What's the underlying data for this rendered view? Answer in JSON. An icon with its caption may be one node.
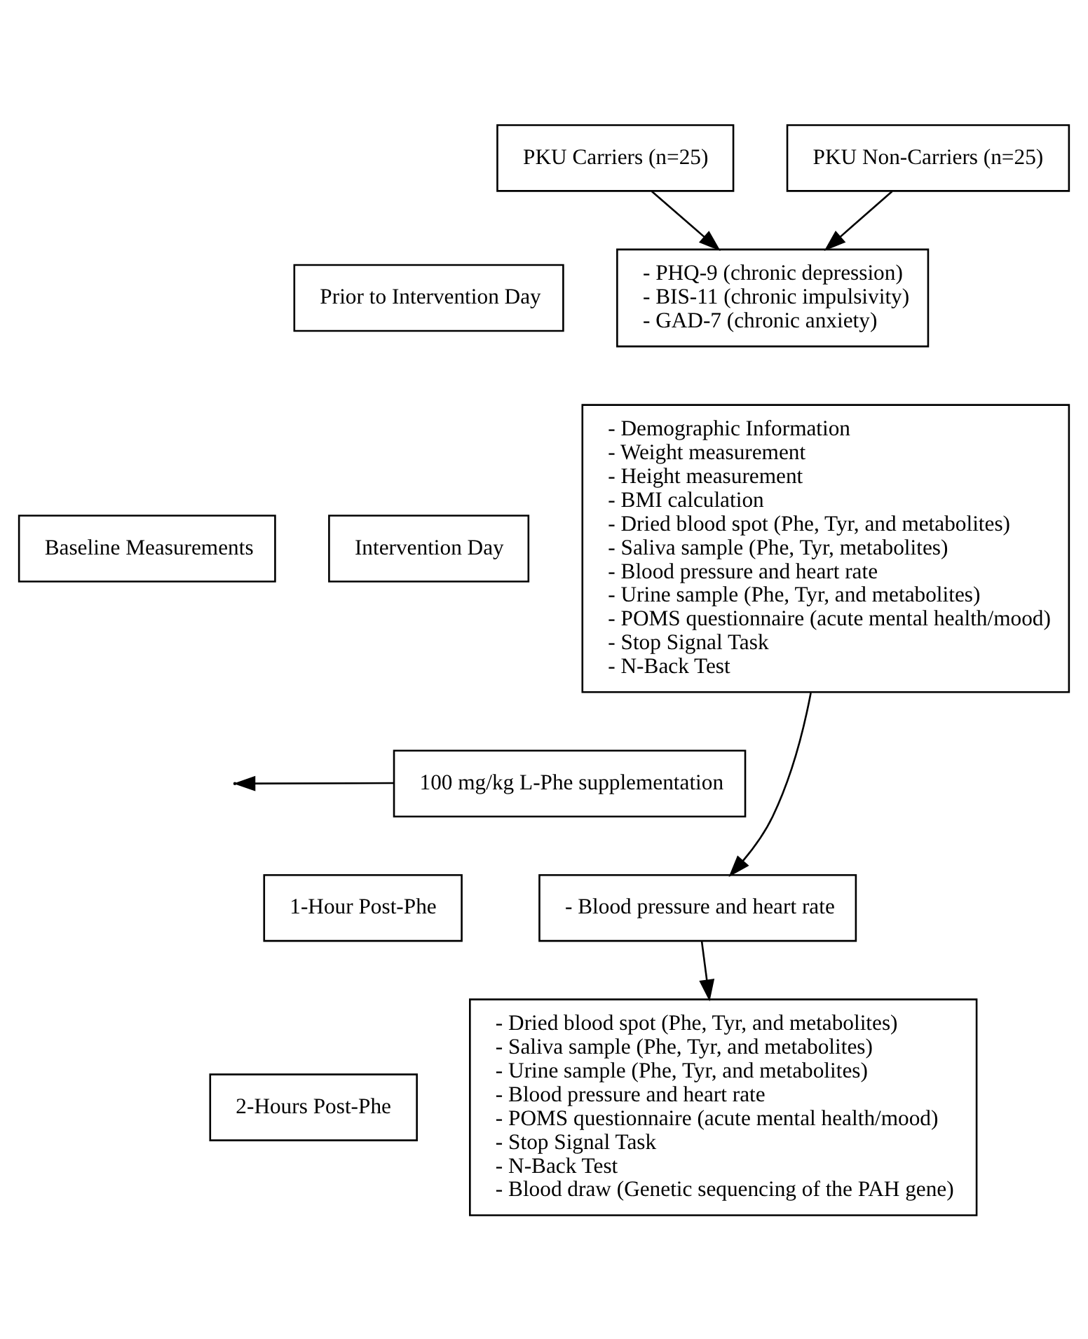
{
  "diagram": {
    "nodes": [
      {
        "text": [
          "PKU Carriers (n=25)"
        ]
      },
      {
        "text": [
          "PKU Non-Carriers (n=25)"
        ]
      },
      {
        "text": [
          "- PHQ-9 (chronic depression)",
          "- BIS-11 (chronic impulsivity)",
          "- GAD-7 (chronic anxiety)"
        ]
      },
      {
        "text": [
          "- Demographic Information",
          "- Weight measurement",
          "- Height measurement",
          "- BMI calculation",
          "- Dried blood spot (Phe, Tyr, and metabolites)",
          "- Saliva sample (Phe, Tyr, metabolites)",
          "- Blood pressure and heart rate",
          "- Urine sample (Phe, Tyr, and metabolites)",
          "- POMS questionnaire (acute mental health/mood)",
          "- Stop Signal Task",
          "- N-Back Test"
        ]
      },
      {
        "text": [
          "100 mg/kg L-Phe supplementation"
        ]
      },
      {
        "text": [
          "- Blood pressure and heart rate"
        ]
      },
      {
        "text": [
          "- Dried blood spot (Phe, Tyr, and metabolites)",
          "- Saliva sample (Phe, Tyr, and metabolites)",
          "- Urine sample (Phe, Tyr, and metabolites)",
          "- Blood pressure and heart rate",
          "- POMS questionnaire (acute mental health/mood)",
          "- Stop Signal Task",
          "- N-Back Test",
          "- Blood draw (Genetic sequencing of the PAH gene)"
        ]
      },
      {
        "text": [
          "Prior to Intervention Day"
        ]
      },
      {
        "text": [
          "Intervention Day"
        ]
      },
      {
        "text": [
          "Baseline Measurements"
        ]
      },
      {
        "text": [
          "1-Hour Post-Phe"
        ]
      },
      {
        "text": [
          "2-Hours Post-Phe"
        ]
      }
    ],
    "edges": [
      {
        "from": 0,
        "to": 2,
        "arrow": "to"
      },
      {
        "from": 1,
        "to": 2,
        "arrow": "to"
      },
      {
        "from": 3,
        "to": 5,
        "arrow": "to"
      },
      {
        "from": 4,
        "to": null,
        "arrow": "to"
      },
      {
        "from": 5,
        "to": 6,
        "arrow": "to"
      }
    ]
  }
}
